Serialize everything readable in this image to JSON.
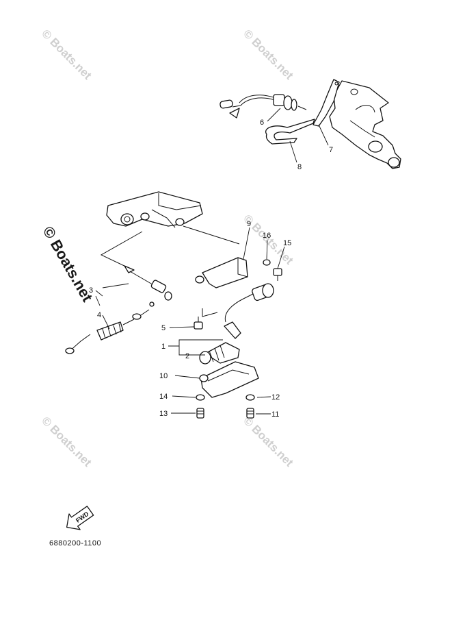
{
  "watermark": {
    "text": "© Boats.net"
  },
  "callouts": [
    {
      "id": "c1",
      "number": "1"
    },
    {
      "id": "c2",
      "number": "2"
    },
    {
      "id": "c3",
      "number": "3"
    },
    {
      "id": "c4",
      "number": "4"
    },
    {
      "id": "c5",
      "number": "5"
    },
    {
      "id": "c6",
      "number": "6"
    },
    {
      "id": "c7",
      "number": "7"
    },
    {
      "id": "c8",
      "number": "8"
    },
    {
      "id": "c9",
      "number": "9"
    },
    {
      "id": "c10",
      "number": "10"
    },
    {
      "id": "c11",
      "number": "11"
    },
    {
      "id": "c12",
      "number": "12"
    },
    {
      "id": "c13",
      "number": "13"
    },
    {
      "id": "c14",
      "number": "14"
    },
    {
      "id": "c15",
      "number": "15"
    },
    {
      "id": "c16",
      "number": "16"
    }
  ],
  "fwd_badge": {
    "text": "FWD"
  },
  "diagram_code": "6880200-1100"
}
